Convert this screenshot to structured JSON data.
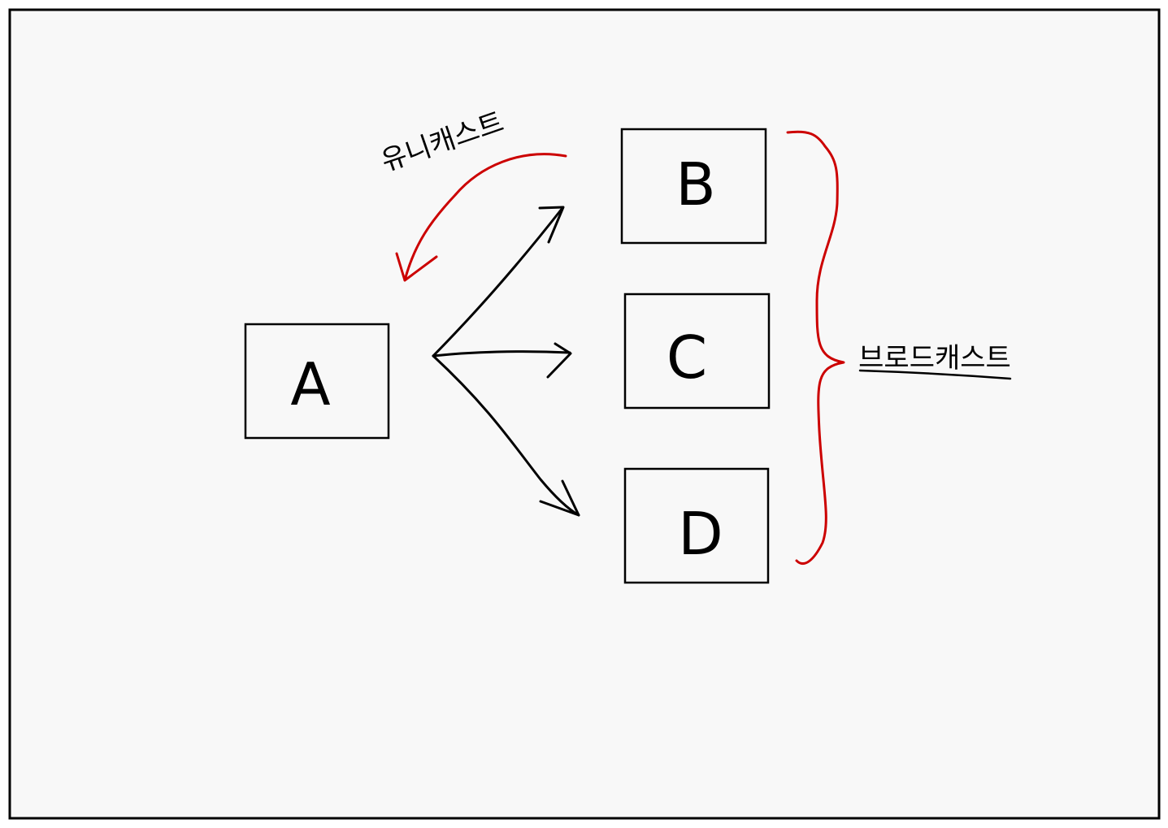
{
  "diagram": {
    "background_color": "#f8f8f8",
    "ink_color": "#000000",
    "accent_color": "#cc0000",
    "nodes": {
      "a": "A",
      "b": "B",
      "c": "C",
      "d": "D"
    },
    "labels": {
      "unicast": "유니캐스트",
      "broadcast": "브로드캐스트"
    }
  }
}
